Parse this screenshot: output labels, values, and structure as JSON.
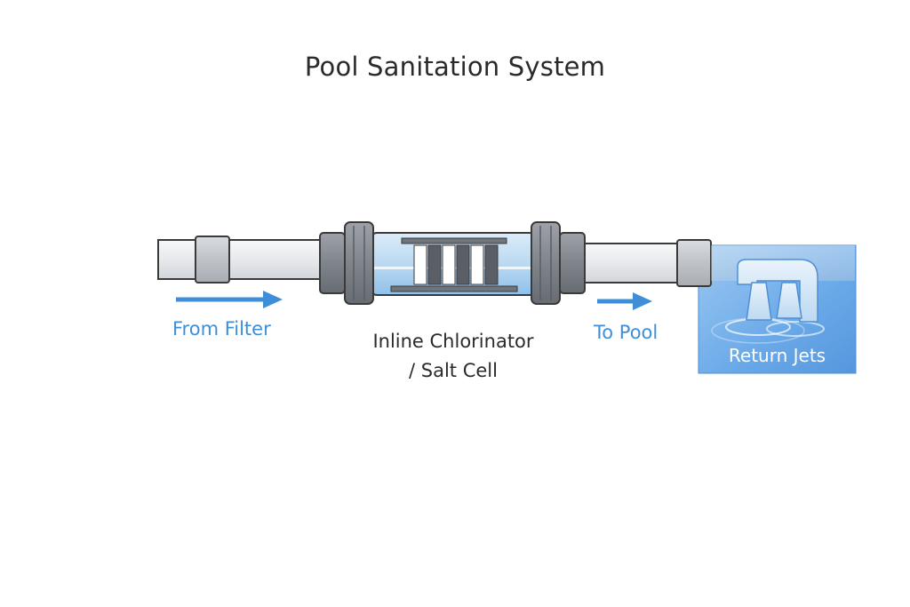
{
  "diagram": {
    "title": "Pool Sanitation System",
    "labels": {
      "from_filter": "From Filter",
      "chlorinator_line1": "Inline Chlorinator",
      "chlorinator_line2": "/ Salt Cell",
      "to_pool": "To Pool",
      "return_jets": "Return Jets"
    },
    "colors": {
      "pipe": "#eef0f2",
      "pipe_outline": "#3a3a3a",
      "fitting": "#c9ccd1",
      "union_nut": "#7c8088",
      "cell_glass": "#bcdcf3",
      "arrow": "#3f8fd8",
      "water": "#5fa3e6"
    },
    "flow_direction": "left-to-right"
  }
}
